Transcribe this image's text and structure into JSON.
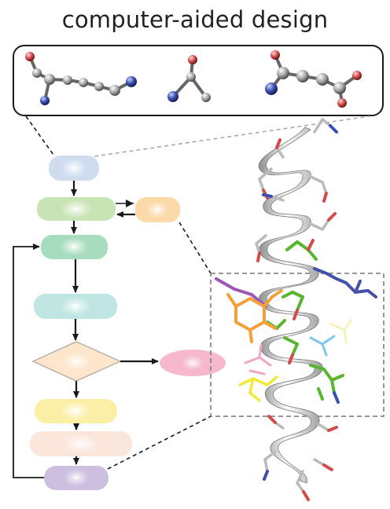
{
  "title": "computer-aided design",
  "colors": {
    "box_blue": "#cfdcf0",
    "box_green_light": "#c9e4b4",
    "box_orange": "#fbd9a8",
    "box_green": "#a7dcbd",
    "box_cyan": "#bfe6e3",
    "diamond_fill": "#fde6cc",
    "diamond_stroke": "#b8b0a8",
    "ellipse_pink": "#f5b8cc",
    "box_yellow": "#fbefa6",
    "box_peach": "#fbe6dc",
    "box_purple": "#cdbfe0",
    "helix": "#d9d9d9",
    "carbon_green": "#59b52e",
    "carbon_orange": "#f2a13a",
    "carbon_blue": "#4352a8",
    "carbon_purple": "#a055b5",
    "carbon_yellow": "#f2ea3a",
    "carbon_cyan": "#7fc8e6",
    "carbon_pink": "#f0a6c6",
    "oxygen_red": "#d24b4b",
    "nitrogen_blue": "#3a4fb0"
  },
  "icons": [
    "molecule-ball-and-stick",
    "protein-helix-model",
    "flowchart-arrows"
  ]
}
